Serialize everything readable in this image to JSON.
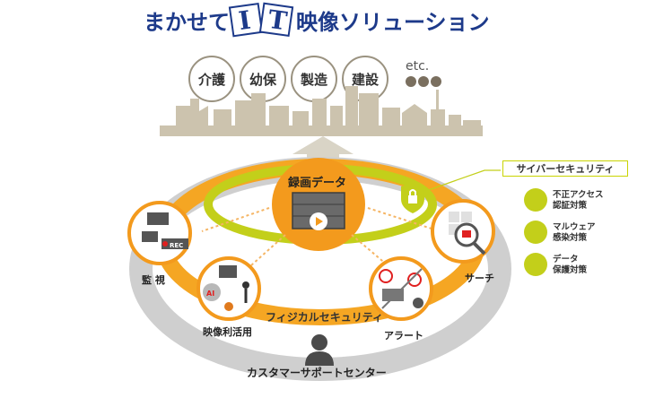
{
  "title": {
    "prefix": "まかせて",
    "it_letter_1": "I",
    "it_letter_2": "T",
    "suffix": "映像ソリューション"
  },
  "industries": [
    "介護",
    "幼保",
    "製造",
    "建設"
  ],
  "etc": "etc.",
  "center": {
    "label": "録画データ"
  },
  "features": {
    "monitoring": "監 視",
    "video_use": "映像利活用",
    "alert": "アラート",
    "search": "サーチ"
  },
  "physical_security": "フィジカルセキュリティ",
  "customer_center": "カスタマーサポートセンター",
  "cyber": {
    "title": "サイバーセキュリティ",
    "items": [
      {
        "line1": "不正アクセス",
        "line2": "認証対策",
        "icon": "hacker-icon"
      },
      {
        "line1": "マルウェア",
        "line2": "感染対策",
        "icon": "virus-icon"
      },
      {
        "line1": "データ",
        "line2": "保護対策",
        "icon": "lock-icon"
      }
    ]
  },
  "rec_badge": "REC",
  "ai_badge": "AI",
  "colors": {
    "navy": "#1d3a8a",
    "orange": "#f39a1d",
    "lime": "#c3cf1a",
    "gray": "#c8c8c8",
    "city": "#ccc3ae"
  }
}
